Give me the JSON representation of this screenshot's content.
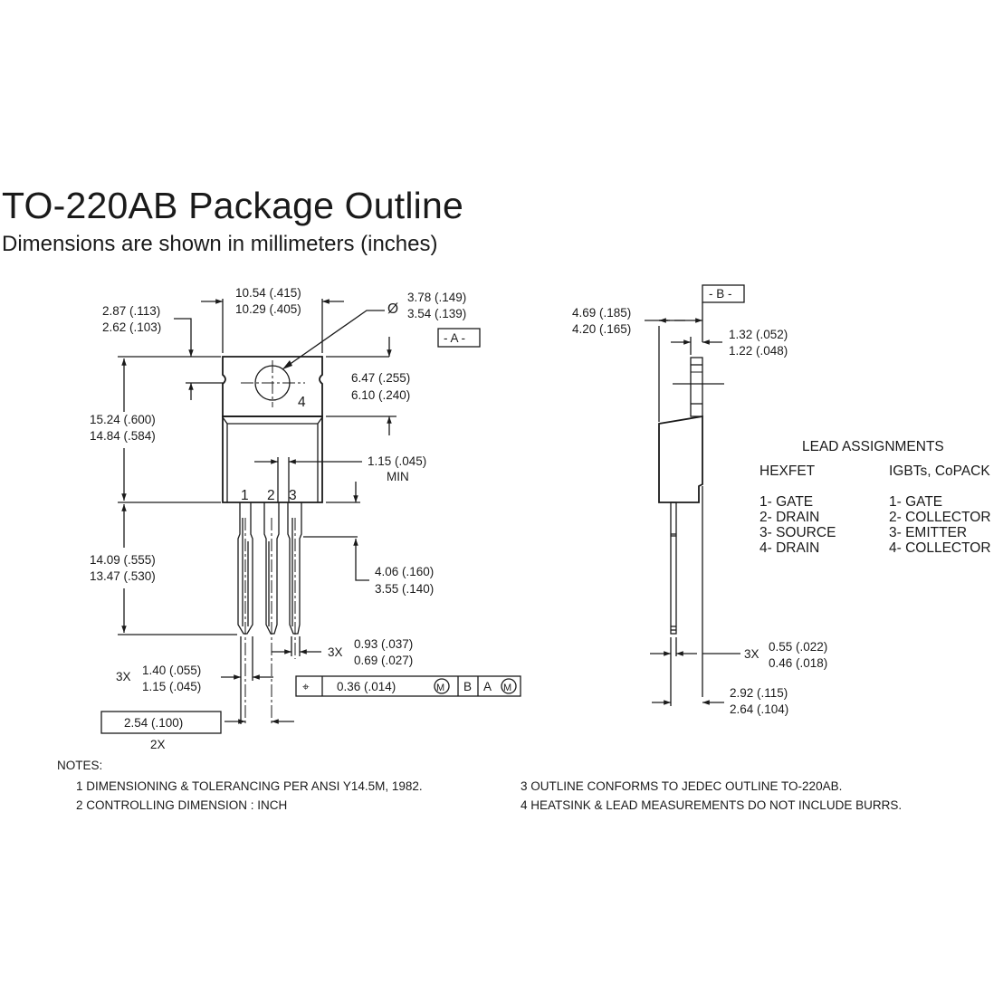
{
  "header": {
    "title": "TO-220AB Package Outline",
    "subtitle": "Dimensions are shown in millimeters (inches)"
  },
  "front_view": {
    "tab_width": {
      "max": "10.54 (.415)",
      "min": "10.29 (.405)"
    },
    "tab_top": {
      "max": "2.87 (.113)",
      "min": "2.62 (.103)"
    },
    "hole_diameter": {
      "symbol": "Ø",
      "max": "3.78 (.149)",
      "min": "3.54 (.139)"
    },
    "hole_to_body": {
      "max": "6.47 (.255)",
      "min": "6.10 (.240)"
    },
    "overall_height": {
      "max": "15.24 (.600)",
      "min": "14.84 (.584)"
    },
    "lead_spacing_min": {
      "value": "1.15 (.045)",
      "note": "MIN"
    },
    "lead_length": {
      "max": "14.09 (.555)",
      "min": "13.47 (.530)"
    },
    "lead_shoulder": {
      "max": "4.06 (.160)",
      "min": "3.55 (.140)"
    },
    "lead_width": {
      "count": "3X",
      "max": "0.93 (.037)",
      "min": "0.69 (.027)"
    },
    "lead_shoulder_width": {
      "count": "3X",
      "max": "1.40 (.055)",
      "min": "1.15 (.045)"
    },
    "lead_pitch": {
      "value": "2.54 (.100)",
      "count": "2X"
    },
    "pin_labels": [
      "1",
      "2",
      "3",
      "4"
    ],
    "datum_a": "- A -",
    "feature_control_frame": {
      "symbol": "⌖",
      "tolerance": "0.36 (.014)",
      "modifier": "M",
      "datum_1": "B",
      "datum_2": "A",
      "datum_2_modifier": "M"
    }
  },
  "side_view": {
    "datum_b": "- B -",
    "thickness": {
      "max": "4.69 (.185)",
      "min": "4.20 (.165)"
    },
    "tab_thickness": {
      "max": "1.32 (.052)",
      "min": "1.22 (.048)"
    },
    "lead_thickness": {
      "count": "3X",
      "max": "0.55 (.022)",
      "min": "0.46 (.018)"
    },
    "lead_offset": {
      "max": "2.92 (.115)",
      "min": "2.64 (.104)"
    }
  },
  "lead_assignments": {
    "title": "LEAD ASSIGNMENTS",
    "columns": [
      {
        "header": "HEXFET",
        "items": [
          "1- GATE",
          "2- DRAIN",
          "3- SOURCE",
          "4- DRAIN"
        ]
      },
      {
        "header": "IGBTs, CoPACK",
        "items": [
          "1- GATE",
          "2- COLLECTOR",
          "3- EMITTER",
          "4- COLLECTOR"
        ]
      }
    ]
  },
  "notes": {
    "title": "NOTES:",
    "items": [
      "1  DIMENSIONING & TOLERANCING PER ANSI Y14.5M, 1982.",
      "2  CONTROLLING DIMENSION : INCH",
      "3  OUTLINE CONFORMS TO JEDEC OUTLINE TO-220AB.",
      "4  HEATSINK & LEAD MEASUREMENTS DO NOT INCLUDE BURRS."
    ]
  }
}
